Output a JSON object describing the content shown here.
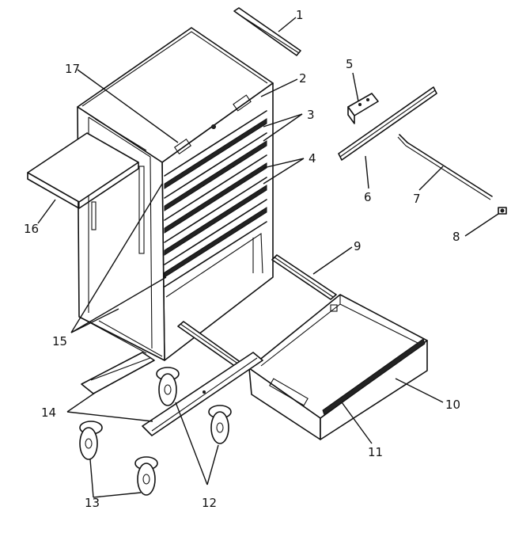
{
  "parts": [
    {
      "id": "part-1",
      "label": "1"
    },
    {
      "id": "part-2",
      "label": "2"
    },
    {
      "id": "part-3",
      "label": "3"
    },
    {
      "id": "part-4",
      "label": "4"
    },
    {
      "id": "part-5",
      "label": "5"
    },
    {
      "id": "part-6",
      "label": "6"
    },
    {
      "id": "part-7",
      "label": "7"
    },
    {
      "id": "part-8",
      "label": "8"
    },
    {
      "id": "part-9",
      "label": "9"
    },
    {
      "id": "part-10",
      "label": "10"
    },
    {
      "id": "part-11",
      "label": "11"
    },
    {
      "id": "part-12",
      "label": "12"
    },
    {
      "id": "part-13",
      "label": "13"
    },
    {
      "id": "part-14",
      "label": "14"
    },
    {
      "id": "part-15",
      "label": "15"
    },
    {
      "id": "part-16",
      "label": "16"
    },
    {
      "id": "part-17",
      "label": "17"
    }
  ]
}
